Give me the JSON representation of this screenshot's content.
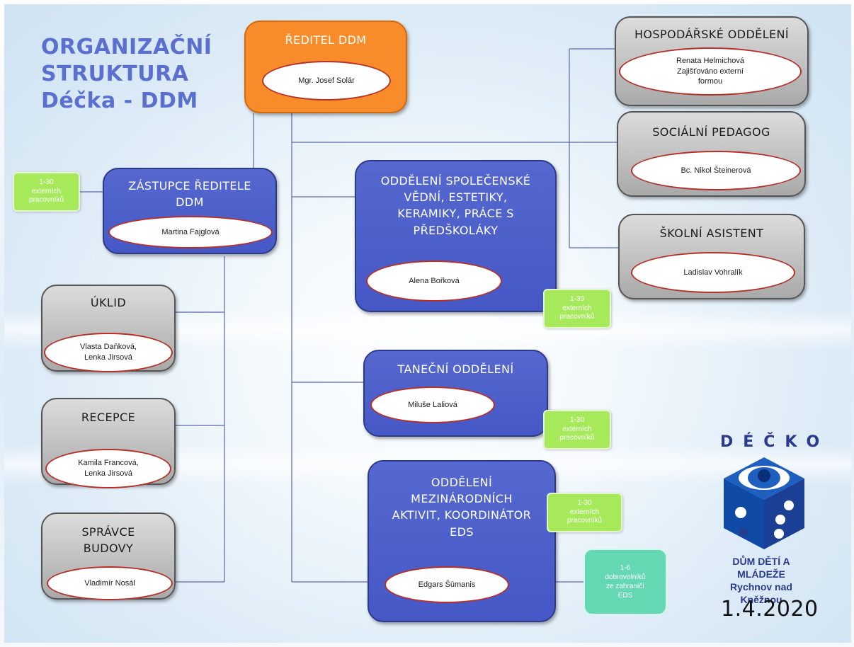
{
  "heading": "ORGANIZAČNÍ\nSTRUKTURA\nDéčka - DDM",
  "director": {
    "title": "ŘEDITEL DDM",
    "name": "Mgr. Josef Solár"
  },
  "deputy": {
    "title": "ZÁSTUPCE ŘEDITELE\nDDM",
    "name": "Martina Fajglová"
  },
  "economic": {
    "title": "HOSPODÁŘSKÉ ODDĚLENÍ",
    "name": "Renata Helmichová\nZajišťováno externí\nformou"
  },
  "social": {
    "title": "SOCIÁLNÍ PEDAGOG",
    "name": "Bc. Nikol Šteinerová"
  },
  "assistant": {
    "title": "ŠKOLNÍ ASISTENT",
    "name": "Ladislav Vohralík"
  },
  "social_sciences": {
    "title": "ODDĚLENÍ SPOLEČENSKÉ\nVĚDNÍ, ESTETIKY,\nKERAMIKY, PRÁCE S\nPŘEDŠKOLÁKY",
    "name": "Alena Bořková"
  },
  "dance": {
    "title": "TANEČNÍ ODDĚLENÍ",
    "name": "Miluše Laliová"
  },
  "international": {
    "title": "ODDĚLENÍ\nMEZINÁRODNÍCH\nAKTIVIT, KOORDINÁTOR\nEDS",
    "name": "Edgars Šūmanis"
  },
  "cleaning": {
    "title": "ÚKLID",
    "name": "Vlasta Daňková,\nLenka Jirsová"
  },
  "reception": {
    "title": "RECEPCE",
    "name": "Kamila Francová,\nLenka Jirsová"
  },
  "caretaker": {
    "title": "SPRÁVCE\nBUDOVY",
    "name": "Vladimír Nosál"
  },
  "external_workers": "1-30\nexterních\npracovníků",
  "volunteers": "1-6\ndobrovolníků\nze zahraničí\nEDS",
  "logo": {
    "word": "DÉČKO",
    "subtitle": "DŮM DĚTÍ A MLÁDEŽE\nRychnov nad Kněžnou"
  },
  "date": "1.4.2020",
  "colors": {
    "blue_box": "#4f62cc",
    "orange_box": "#f98c2a",
    "gray_box": "#b4b4b4",
    "green_note": "#a6ea5c",
    "teal_note": "#63d8b3",
    "heading": "#5b6fd1",
    "logo": "#2a3a8c"
  }
}
